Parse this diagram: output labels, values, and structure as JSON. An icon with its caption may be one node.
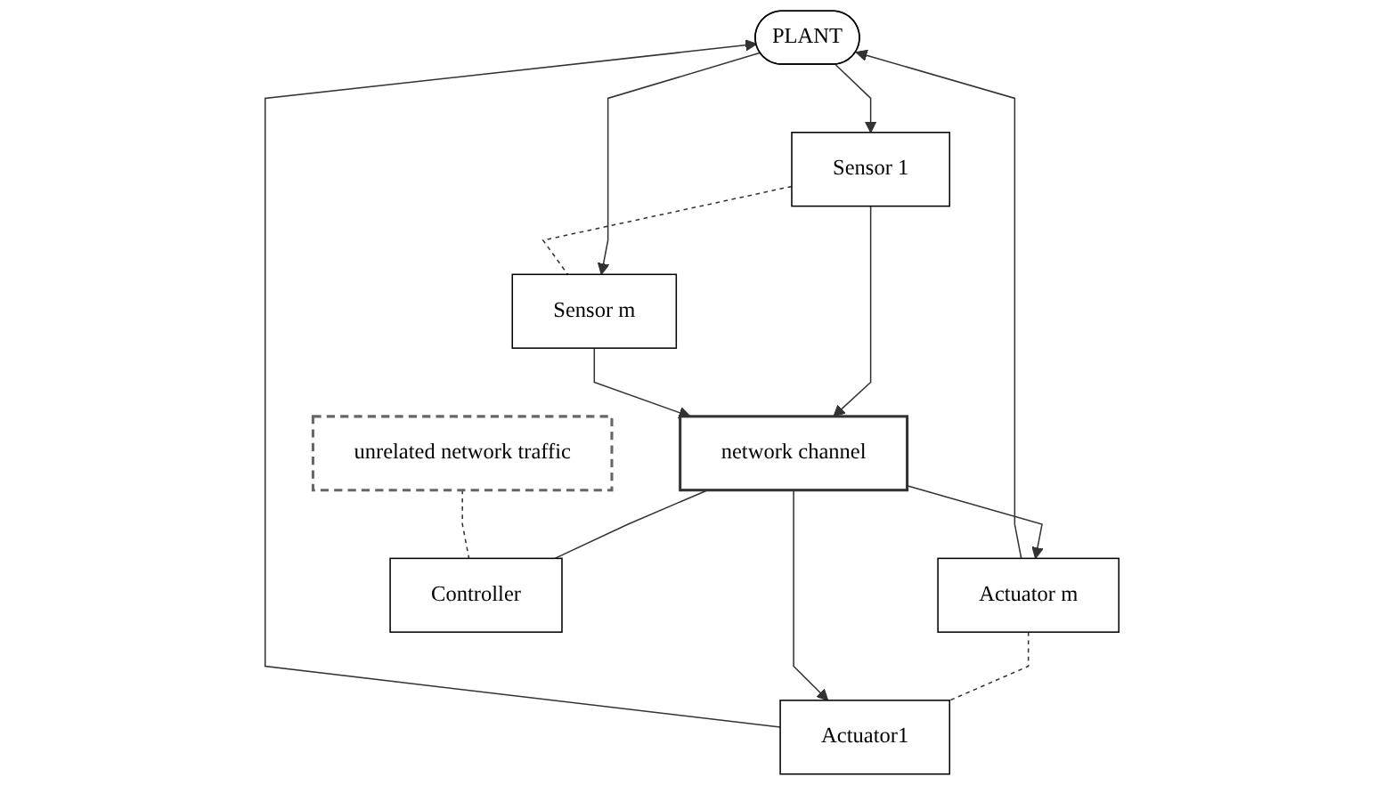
{
  "diagram": {
    "nodes": [
      {
        "text": [
          "PLANT"
        ]
      },
      {
        "text": [
          "Actuator m"
        ]
      },
      {
        "text": [
          "Actuator1"
        ]
      },
      {
        "text": [
          "Sensor 1"
        ]
      },
      {
        "text": [
          "Sensor m"
        ]
      },
      {
        "text": [
          "network channel"
        ]
      },
      {
        "text": [
          "unrelated network traffic"
        ]
      },
      {
        "text": [
          "Controller"
        ]
      }
    ],
    "edges": [
      {
        "from": 1,
        "to": 0,
        "arrow": "to"
      },
      {
        "from": 2,
        "to": 0,
        "arrow": "to"
      },
      {
        "from": 0,
        "to": 3,
        "arrow": "to"
      },
      {
        "from": 0,
        "to": 4,
        "arrow": "to"
      },
      {
        "from": 1,
        "to": 2,
        "arrow": "none",
        "style": "dashed"
      },
      {
        "from": 3,
        "to": 4,
        "arrow": "none",
        "style": "dashed"
      },
      {
        "from": 5,
        "to": 1,
        "arrow": "to"
      },
      {
        "from": 5,
        "to": 2,
        "arrow": "to"
      },
      {
        "from": 3,
        "to": 5,
        "arrow": "to"
      },
      {
        "from": 4,
        "to": 5,
        "arrow": "to"
      },
      {
        "from": 5,
        "to": 7,
        "arrow": "none"
      },
      {
        "from": 6,
        "to": 7,
        "arrow": "none",
        "style": "dashed"
      }
    ]
  }
}
